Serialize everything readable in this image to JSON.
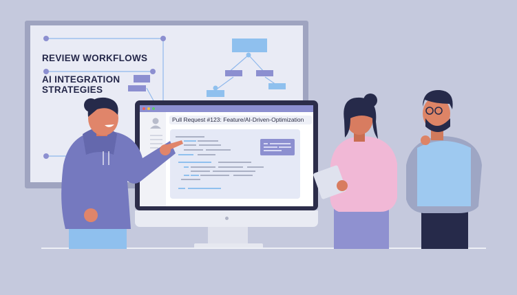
{
  "whiteboard": {
    "heading_1": "REVIEW WORKFLOWS",
    "heading_2": "AI INTEGRATION STRATEGIES"
  },
  "monitor": {
    "pr_title": "Pull Request #123: Feature/AI-Driven-Optimization"
  },
  "colors": {
    "background": "#c5c9dd",
    "accent_purple": "#8c8fd0",
    "accent_blue": "#8fc0ee",
    "hoodie": "#7579bf"
  }
}
